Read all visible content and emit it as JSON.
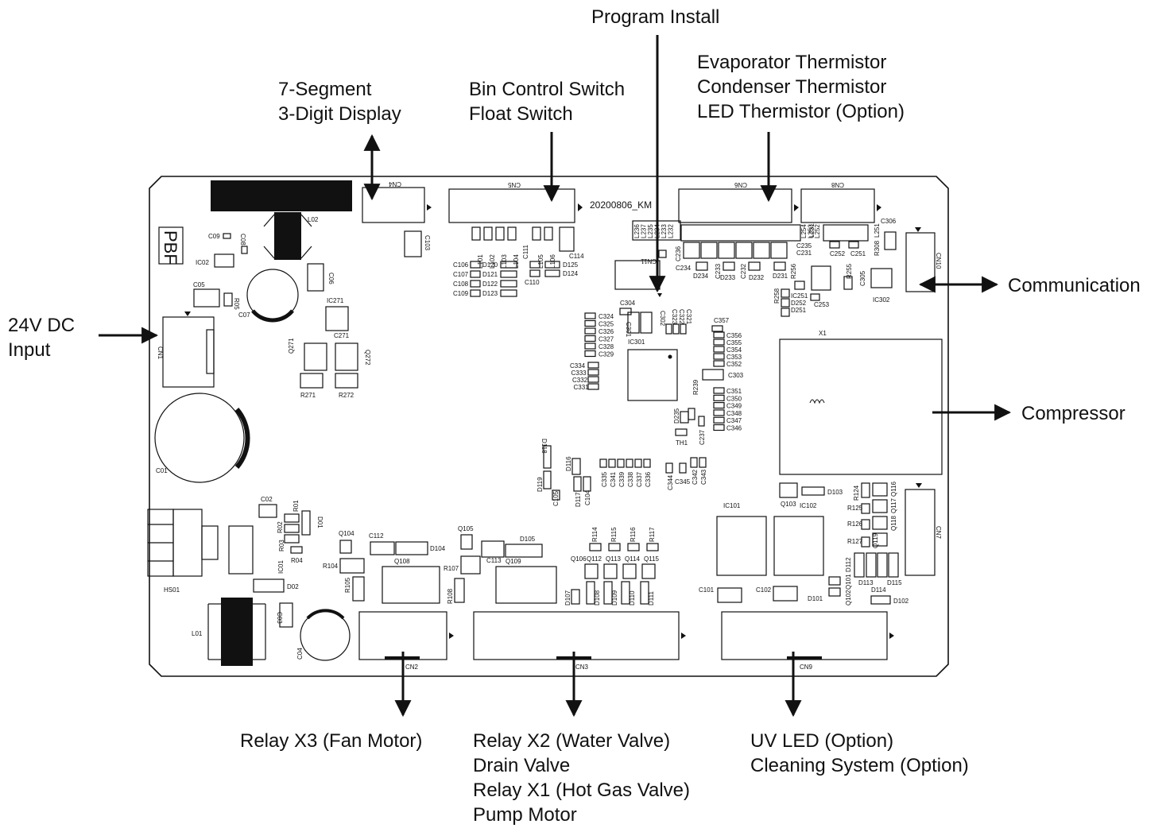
{
  "callouts": {
    "program_install": "Program Install",
    "seven_segment": [
      "7-Segment",
      "3-Digit Display"
    ],
    "bin_control": [
      "Bin Control Switch",
      "Float Switch"
    ],
    "thermistors": [
      "Evaporator Thermistor",
      "Condenser Thermistor",
      "LED Thermistor (Option)"
    ],
    "dc_input": [
      "24V DC",
      "Input"
    ],
    "communication": "Communication",
    "compressor": "Compressor",
    "relay_x3": "Relay X3 (Fan Motor)",
    "relay_x2_group": [
      "Relay X2 (Water Valve)",
      "Drain Valve",
      "Relay X1 (Hot Gas Valve)",
      "Pump Motor"
    ],
    "uv_group": [
      "UV LED (Option)",
      "Cleaning System (Option)"
    ]
  },
  "board": {
    "date_code": "20200806_KM",
    "pbf_mark": "PBF",
    "connectors": {
      "cn1": "CN1",
      "cn2": "CN2",
      "cn3": "CN3",
      "cn4": "CN4",
      "cn5": "CN5",
      "cn6": "CN6",
      "cn7": "CN7",
      "cn8": "CN8",
      "cn9": "CN9",
      "cn10": "CN10",
      "cn11": "CN11"
    },
    "parts": {
      "x1": "X1",
      "ic101": "IC101",
      "ic102": "IC102",
      "ic301": "IC301",
      "ic302": "IC302",
      "ic271": "IC271",
      "ic01": "IC01",
      "ic02": "IC02",
      "ic251": "IC251",
      "l01": "L01",
      "l02": "L02",
      "hs01": "HS01",
      "c01": "C01",
      "c04": "C04",
      "c07": "C07",
      "c06": "C06",
      "c05": "C05",
      "c02": "C02",
      "c03": "C03",
      "c09": "C09",
      "c08": "C08",
      "c103": "C103",
      "c114": "C114",
      "c110": "C110",
      "c111": "C111",
      "c112": "C112",
      "c113": "C113",
      "c101": "C101",
      "c102": "C102",
      "c104": "C104",
      "c105": "C105",
      "c271": "C271",
      "q271": "Q271",
      "q272": "Q272",
      "r271": "R271",
      "r272": "R272",
      "r05": "R05",
      "q104": "Q104",
      "q105": "Q105",
      "q108": "Q108",
      "q109": "Q109",
      "q103": "Q103",
      "d104": "D104",
      "d105": "D105",
      "d103": "D103",
      "d101": "D101",
      "d102": "D102",
      "d01": "D01",
      "d02": "D02",
      "d118": "D118",
      "d119": "D119",
      "d116": "D116",
      "d117": "D117",
      "r01": "R01",
      "r02": "R02",
      "r03": "R03",
      "r04": "R04",
      "r104": "R104",
      "r105": "R105",
      "r107": "R107",
      "r108": "R108",
      "c304": "C304",
      "c301": "C301",
      "c302": "C302",
      "c303": "C303",
      "th1": "TH1",
      "d235": "D235",
      "r239": "R239",
      "c237": "C237",
      "c234": "C234",
      "d234": "D234",
      "c233": "C233",
      "d233": "D233",
      "c232": "C232",
      "d232": "D232",
      "d231": "D231",
      "r256": "R256",
      "c231": "C231",
      "c235": "C235",
      "c236": "C236",
      "c252": "C252",
      "c251": "C251",
      "r308": "R308",
      "c306": "C306",
      "r255": "R255",
      "c305": "C305",
      "c253": "C253",
      "r258": "R258",
      "d252": "D252",
      "d251": "D251",
      "l231": "L231",
      "l251": "L251",
      "c357": "C357",
      "c344": "C344",
      "c345": "C345",
      "c342": "C342",
      "c343": "C343",
      "r124": "R124",
      "r125": "R125",
      "r126": "R126",
      "r127": "R127",
      "q116": "Q116",
      "q117": "Q117",
      "q118": "Q118",
      "q119": "Q119",
      "d112": "D112",
      "d113": "D113",
      "d114": "D114",
      "d115": "D115",
      "q101": "Q101",
      "q102": "Q102"
    },
    "col_cn5_caps": [
      "C106",
      "C107",
      "C108",
      "C109"
    ],
    "col_cn5_diodes": [
      "D120",
      "D121",
      "D122",
      "D123"
    ],
    "cn5_inductors": [
      "L101",
      "L102",
      "L103",
      "L104",
      "L105",
      "L106"
    ],
    "cn5_right_diodes": [
      "D125",
      "D124"
    ],
    "caps_c324_c329": [
      "C324",
      "C325",
      "C326",
      "C327",
      "C328",
      "C329"
    ],
    "caps_c334_c331": [
      "C334",
      "C333",
      "C332",
      "C331"
    ],
    "caps_c323_c321": [
      "C323",
      "C322",
      "C321"
    ],
    "caps_c356_c352": [
      "C356",
      "C355",
      "C354",
      "C353",
      "C352"
    ],
    "caps_c351_c346": [
      "C351",
      "C350",
      "C349",
      "C348",
      "C347",
      "C346"
    ],
    "caps_c335_c336": [
      "C335",
      "C341",
      "C339",
      "C338",
      "C337",
      "C336"
    ],
    "inductors_l236_l232": [
      "L236",
      "L237",
      "L235",
      "L234",
      "L233",
      "L232"
    ],
    "inductors_l254_l252": [
      "L254",
      "L253",
      "L252"
    ],
    "relay_resistors": [
      "R114",
      "R115",
      "R116",
      "R117"
    ],
    "relay_transistors": [
      "Q106",
      "Q112",
      "Q113",
      "Q114",
      "Q115"
    ],
    "relay_diodes": [
      "D107",
      "D108",
      "D109",
      "D110",
      "D111"
    ]
  }
}
